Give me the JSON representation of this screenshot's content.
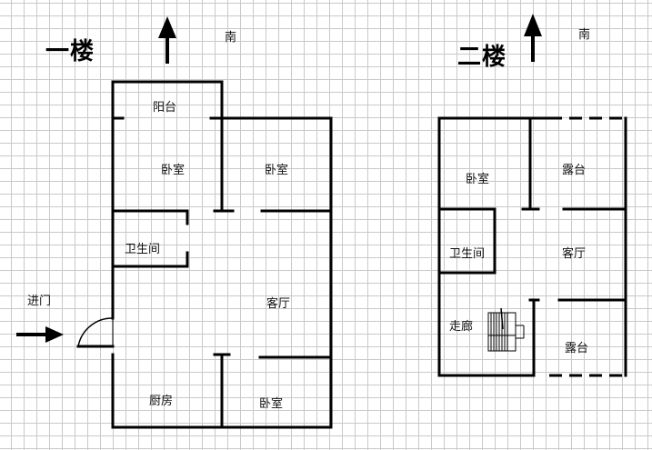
{
  "floors": [
    {
      "title": "一楼",
      "north_label": "南",
      "entrance_label": "进门",
      "rooms": [
        "阳台",
        "卧室",
        "卧室",
        "卫生间",
        "客厅",
        "厨房",
        "卧室"
      ]
    },
    {
      "title": "二楼",
      "north_label": "南",
      "rooms": [
        "卧室",
        "露台",
        "卫生间",
        "客厅",
        "走廊",
        "露台"
      ]
    }
  ]
}
